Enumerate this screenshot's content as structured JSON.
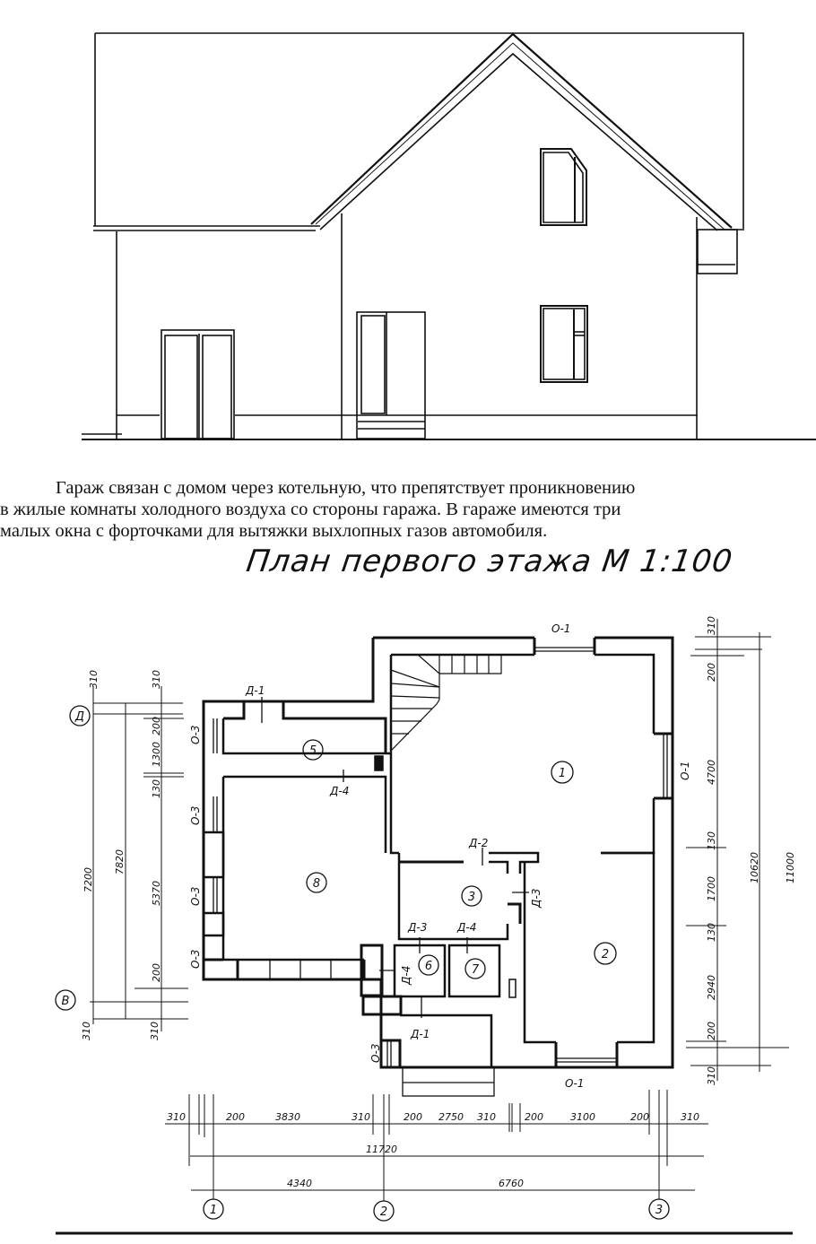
{
  "document": {
    "paragraph_lines": [
      "Гараж связан с домом через котельную, что препятствует проникновению",
      "в жилые комнаты холодного воздуха со стороны гаража. В гараже имеются три",
      "малых окна с форточками для вытяжки выхлопных газов автомобиля."
    ],
    "plan_title": "План первого этажа М 1:100"
  },
  "plan": {
    "rooms": [
      "1",
      "2",
      "3",
      "5",
      "6",
      "7",
      "8"
    ],
    "axes": {
      "letters": [
        "Д",
        "В"
      ],
      "numbers": [
        "1",
        "2",
        "3"
      ]
    },
    "labels": {
      "d1_top": "Д-1",
      "d4_mid": "Д-4",
      "d2": "Д-2",
      "d3_right": "Д-3",
      "d3_low": "Д-3",
      "d4_low": "Д-4",
      "d4_side": "Д-4",
      "d1_bottom": "Д-1",
      "o1_top": "О-1",
      "o1_right": "О-1",
      "o1_bottom": "О-1",
      "o3_a": "О-3",
      "o3_b": "О-3",
      "o3_c": "О-3",
      "o3_d": "О-3",
      "o3_e": "О-3"
    },
    "left_dims": {
      "top_310_outer": "310",
      "top_310_inner": "310",
      "d200_top": "200",
      "d1300": "1300",
      "d130": "130",
      "d5370": "5370",
      "d200_bot": "200",
      "bot_310_outer": "310",
      "bot_310_inner": "310",
      "d7200": "7200",
      "d7820": "7820"
    },
    "right_dims": {
      "d310_top": "310",
      "d200_top": "200",
      "d4700": "4700",
      "d130": "130",
      "d1700": "1700",
      "d130b": "130",
      "d2940": "2940",
      "d200_bot": "200",
      "d310_bot": "310",
      "d10620": "10620",
      "d11000": "11000"
    },
    "bottom_dims": {
      "row1": [
        "310",
        "200",
        "3830",
        "310",
        "200",
        "2750",
        "310",
        "200",
        "3100",
        "200",
        "310"
      ],
      "total": "11720",
      "span_1_2": "4340",
      "span_2_3": "6760"
    }
  }
}
